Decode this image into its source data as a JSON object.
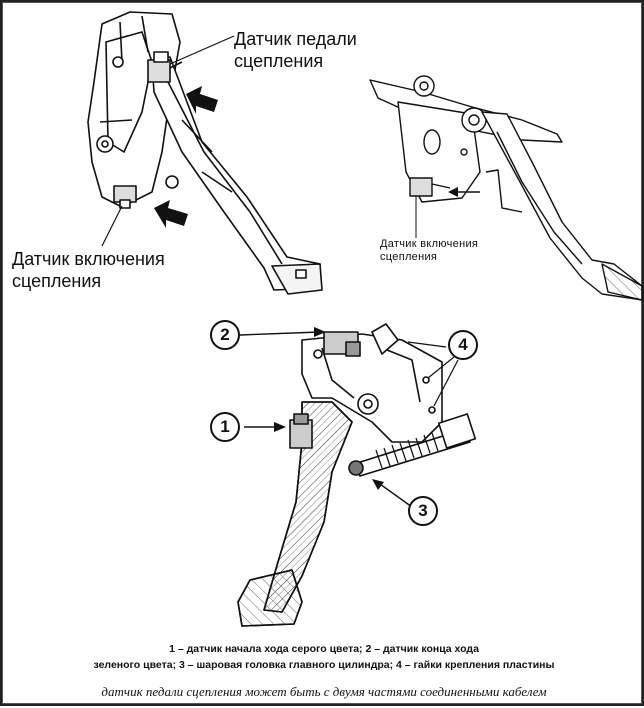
{
  "labels": {
    "pedal_sensor_top": [
      "Датчик педали",
      "сцепления"
    ],
    "engage_sensor_top": [
      "Датчик включения",
      "сцепления"
    ],
    "engage_sensor_right": [
      "Датчик включения",
      "сцепления"
    ]
  },
  "callouts": [
    "1",
    "2",
    "3",
    "4"
  ],
  "legend": [
    "1 – датчик начала хода серого цвета; 2 – датчик конца хода",
    "зеленого цвета; 3 – шаровая головка главного цилиндра; 4 – гайки крепления пластины"
  ],
  "caption": "датчик педали сцепления может быть с двумя частями соединенными кабелем"
}
